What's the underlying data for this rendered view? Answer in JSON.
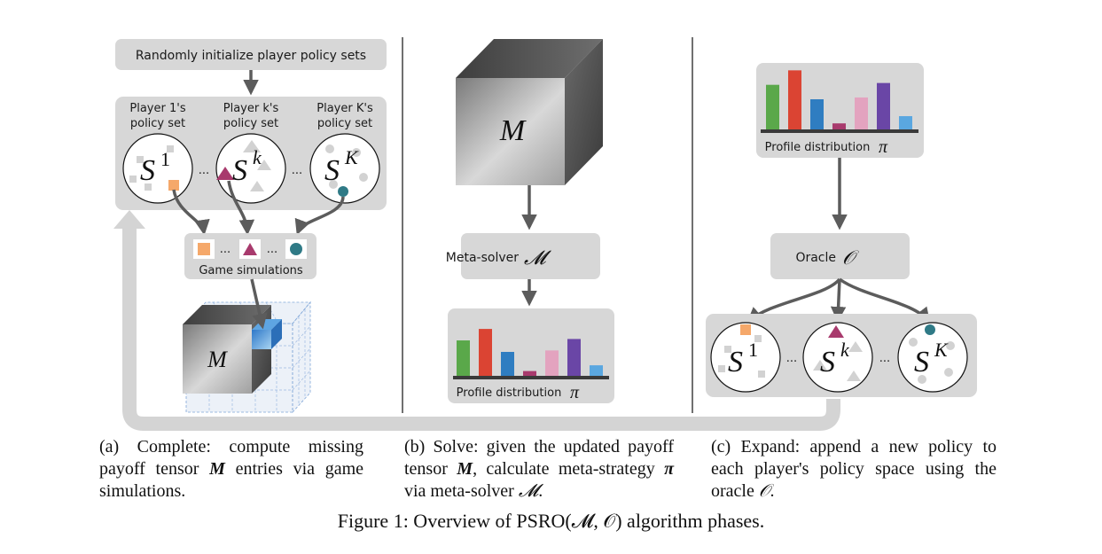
{
  "panel_a": {
    "init_label": "Randomly initialize player policy sets",
    "player1_line1": "Player 1's",
    "player1_line2": "policy set",
    "playerk_line1": "Player k's",
    "playerk_line2": "policy set",
    "playerK_line1": "Player K's",
    "playerK_line2": "policy set",
    "s1_base": "S",
    "s1_sup": "1",
    "sk_base": "S",
    "sk_sup": "k",
    "sK_base": "S",
    "sK_sup": "K",
    "dots": "...",
    "game_sim_label": "Game simulations",
    "tensor_label": "M"
  },
  "panel_b": {
    "tensor_label": "M",
    "meta_solver_text": "Meta-solver",
    "meta_solver_symbol": "𝓜",
    "profile_text": "Profile distribution",
    "profile_symbol": "π"
  },
  "panel_c": {
    "profile_text": "Profile distribution",
    "profile_symbol": "π",
    "oracle_text": "Oracle",
    "oracle_symbol": "𝒪",
    "s1_base": "S",
    "s1_sup": "1",
    "sk_base": "S",
    "sk_sup": "k",
    "sK_base": "S",
    "sK_sup": "K",
    "dots": "..."
  },
  "bar_colors": [
    "#5aa84a",
    "#db4433",
    "#2f7dc1",
    "#a83a6d",
    "#e3a3bf",
    "#6a46a6",
    "#5aa7e0"
  ],
  "bar_heights": [
    0.74,
    0.98,
    0.5,
    0.1,
    0.53,
    0.77,
    0.22
  ],
  "marker_colors": {
    "orange": "#f5a86a",
    "purple": "#a83a6d",
    "teal": "#2f7a86"
  },
  "captions": {
    "a_tag": "(a)",
    "a_text": "Complete: compute missing payoff tensor",
    "a_bold": "M",
    "a_text2": "entries via game simulations.",
    "b_tag": "(b)",
    "b_text": "Solve: given the updated payoff tensor",
    "b_bold": "M",
    "b_text2": ", calculate meta-strategy",
    "b_pi": "π",
    "b_text3": "via meta-solver",
    "b_solver": "𝓜",
    "b_end": ".",
    "c_tag": "(c)",
    "c_text": "Expand: append a new policy to each player's policy space using the oracle",
    "c_oracle": "𝒪",
    "c_end": ".",
    "figure": "Figure 1: Overview of PSRO(𝓜, 𝒪) algorithm phases."
  }
}
